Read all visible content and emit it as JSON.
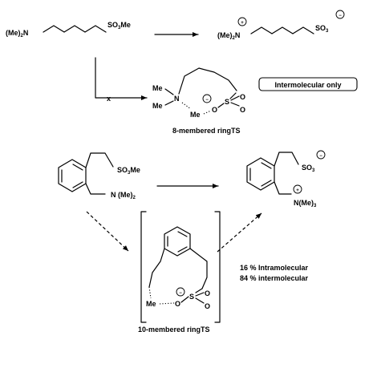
{
  "reaction1": {
    "reactant": {
      "nme2": "(Me)",
      "nme2_sub": "2",
      "n": "N",
      "so3": "SO",
      "so3_sub": "3",
      "me": "Me"
    },
    "product": {
      "nme2": "(Me)",
      "nme2_sub": "2",
      "n": "N",
      "plus": "+",
      "so3": "SO",
      "so3_sub": "3",
      "minus": "−"
    },
    "blocked_mark": "x"
  },
  "ts8": {
    "me_top": "Me",
    "me_mid": "Me",
    "n": "N",
    "me_transfer": "Me",
    "o": "O",
    "minus": "−",
    "s": "S",
    "o_upper": "O",
    "o_lower": "O",
    "caption": "8-membered ringTS",
    "badge": "Intermolecular only"
  },
  "reaction2": {
    "reactant": {
      "so3": "SO",
      "so3_sub": "3",
      "me": "Me",
      "n": "N (Me)",
      "n_sub": "2"
    },
    "product": {
      "so3": "SO",
      "so3_sub": "3",
      "minus": "−",
      "plus": "+",
      "n": "N(Me)",
      "n_sub": "3"
    }
  },
  "ts10": {
    "me": "Me",
    "o": "O",
    "minus": "−",
    "s": "S",
    "o_upper": "O",
    "o_lower": "O",
    "caption": "10-membered ringTS",
    "ratio_intra": "16 % Intramolecular",
    "ratio_inter": "84 % intermolecular"
  }
}
